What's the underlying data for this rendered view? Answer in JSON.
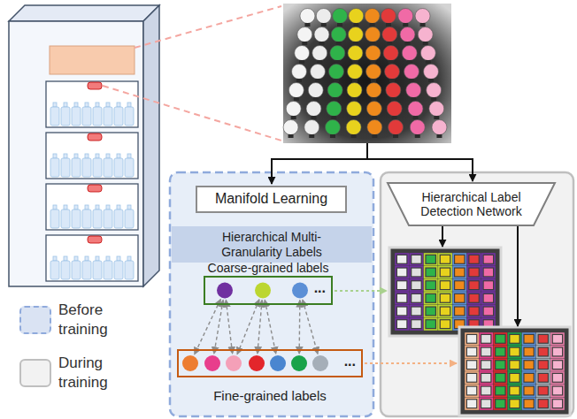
{
  "diagram": {
    "nodes": [
      {
        "text": [
          "Manifold Learning"
        ]
      },
      {
        "text": [
          "Hierarchical Multi-Granularity Labels"
        ]
      },
      {
        "text": [
          "Coarse-grained labels",
          "..."
        ]
      },
      {
        "text": [
          "Fine-grained labels",
          "..."
        ]
      },
      {
        "text": [
          "Hierarchical Label Detection Network"
        ]
      }
    ],
    "legend": [
      {
        "text": "Before training"
      },
      {
        "text": "During training"
      }
    ]
  }
}
